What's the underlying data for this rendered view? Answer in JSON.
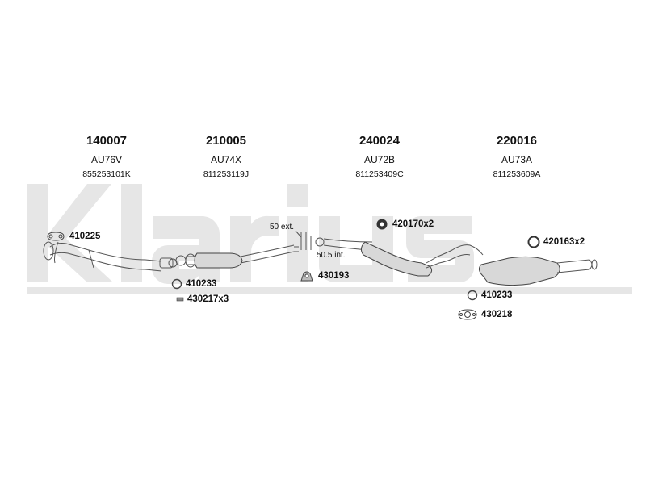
{
  "brand": {
    "name": "Klarius",
    "watermark_color": "#e6e6e6"
  },
  "sections": [
    {
      "part_number": "140007",
      "model": "AU76V",
      "oe_number": "855253101K"
    },
    {
      "part_number": "210005",
      "model": "AU74X",
      "oe_number": "811253119J"
    },
    {
      "part_number": "240024",
      "model": "AU72B",
      "oe_number": "811253409C"
    },
    {
      "part_number": "220016",
      "model": "AU73A",
      "oe_number": "811253609A"
    }
  ],
  "fittings": [
    {
      "label": "410225",
      "icon": "gasket-icon"
    },
    {
      "label": "410233",
      "icon": "ring-icon"
    },
    {
      "label": "430217x3",
      "icon": "bolt-icon"
    },
    {
      "label": "430193",
      "icon": "hanger-icon"
    },
    {
      "label": "420170x2",
      "icon": "rubber-mount-icon"
    },
    {
      "label": "420163x2",
      "icon": "ring-icon"
    },
    {
      "label": "410233",
      "icon": "ring-icon"
    },
    {
      "label": "430218",
      "icon": "gasket-icon"
    }
  ],
  "annotations": {
    "ext": "50 ext.",
    "int": "50.5 int."
  }
}
